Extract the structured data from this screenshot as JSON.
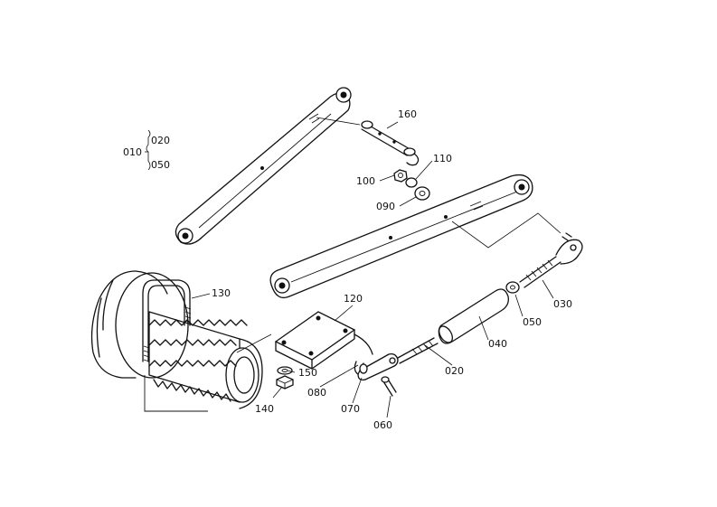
{
  "labels": {
    "p010": "010",
    "p020_top": "020",
    "p050_top": "050",
    "p020": "020",
    "p030": "030",
    "p040": "040",
    "p050": "050",
    "p060": "060",
    "p070": "070",
    "p080": "080",
    "p090": "090",
    "p100": "100",
    "p110": "110",
    "p120": "120",
    "p130": "130",
    "p140": "140",
    "p150": "150",
    "p160": "160"
  }
}
